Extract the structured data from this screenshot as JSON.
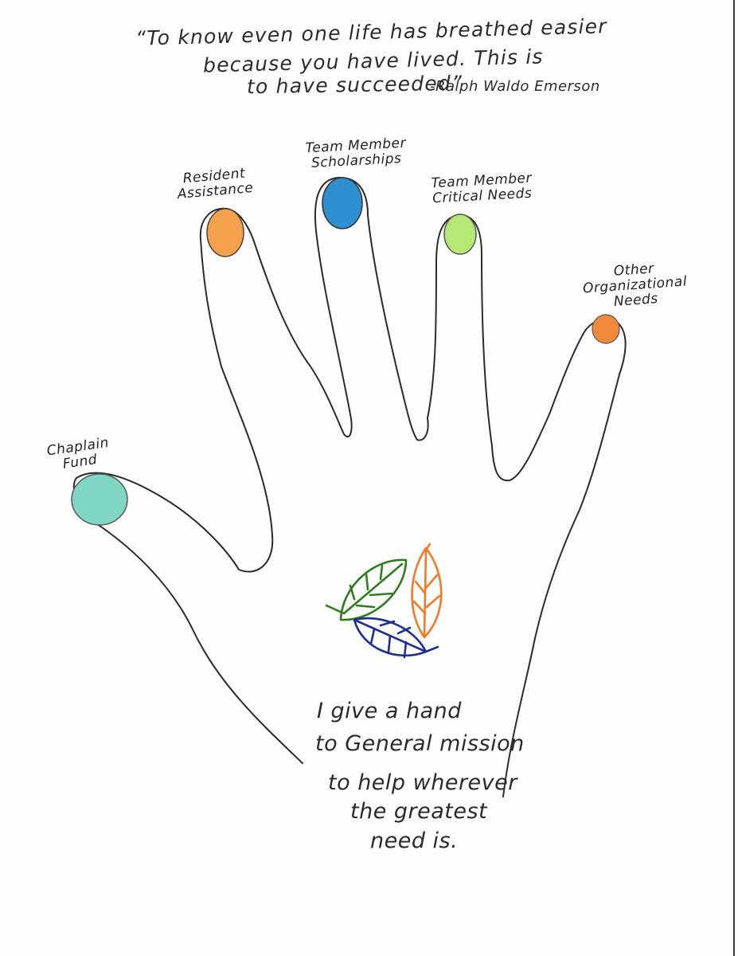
{
  "quote": {
    "lines": [
      "“To know even one life has breathed easier",
      "because you have lived. This is",
      "to have succeeded”"
    ],
    "attribution": "-Ralph Waldo Emerson"
  },
  "fingers": {
    "thumb": {
      "label_lines": [
        "Chaplain",
        "Fund"
      ],
      "nail_color": "#7fd8c4"
    },
    "index": {
      "label_lines": [
        "Resident",
        "Assistance"
      ],
      "nail_color": "#f5a04a"
    },
    "middle": {
      "label_lines": [
        "Team Member",
        "Scholarships"
      ],
      "nail_color": "#2e8fd0"
    },
    "ring": {
      "label_lines": [
        "Team Member",
        "Critical Needs"
      ],
      "nail_color": "#b6e876"
    },
    "pinky": {
      "label_lines": [
        "Other",
        "Organizational",
        "Needs"
      ],
      "nail_color": "#f08a3a"
    }
  },
  "logo": {
    "leaf_colors": {
      "green": "#2f7d1f",
      "orange": "#ee7a2a",
      "blue": "#1f2f8f"
    }
  },
  "message": {
    "lines": [
      "I give a hand",
      "to General mission",
      "to help wherever",
      "the greatest",
      "need is."
    ]
  }
}
